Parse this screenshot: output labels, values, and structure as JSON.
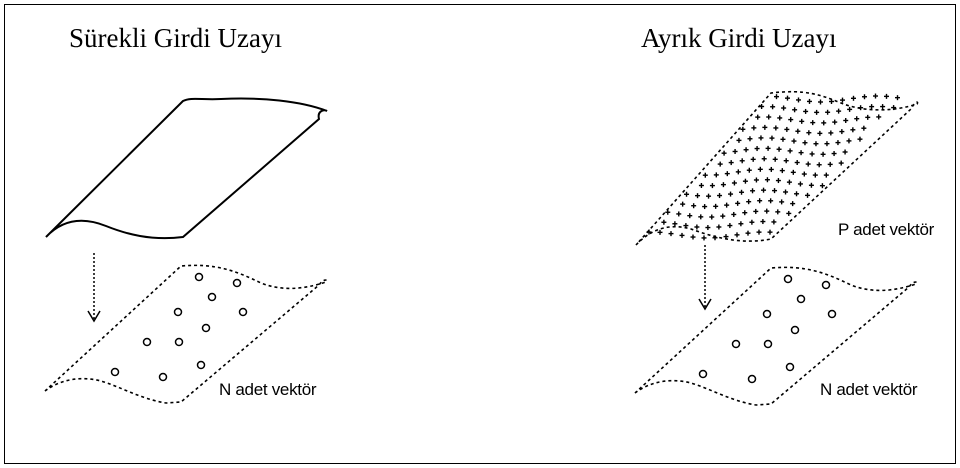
{
  "diagram": {
    "left_panel": {
      "title": "Sürekli Girdi Uzayı",
      "bottom_label": "N adet vektör"
    },
    "right_panel": {
      "title": "Ayrık Girdi Uzayı",
      "top_label": "P adet vektör",
      "bottom_label": "N adet vektör"
    }
  }
}
